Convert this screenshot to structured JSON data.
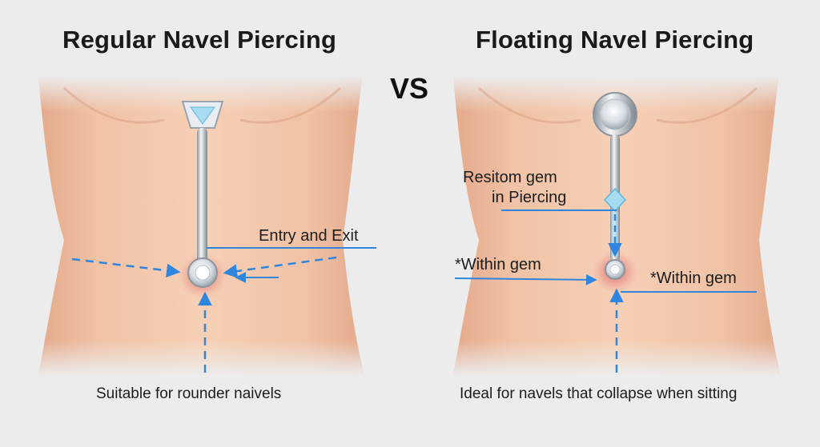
{
  "left": {
    "title": "Regular Navel Piercing",
    "label_entry_exit": "Entry and Exit",
    "caption": "Suitable for rounder naivels"
  },
  "vs": "VS",
  "right": {
    "title": "Floating Navel Piercing",
    "label_gem_line1": "Resitom gem",
    "label_gem_line2": "in Piercing",
    "label_within_left": "*Within gem",
    "label_within_right": "*Within gem",
    "caption": "Ideal for navels that collapse when sitting"
  },
  "colors": {
    "background": "#ececec",
    "skin": "#efc2a4",
    "arrow": "#2e86de",
    "metal": "#c9ced4",
    "gem": "#a8dcf2"
  }
}
